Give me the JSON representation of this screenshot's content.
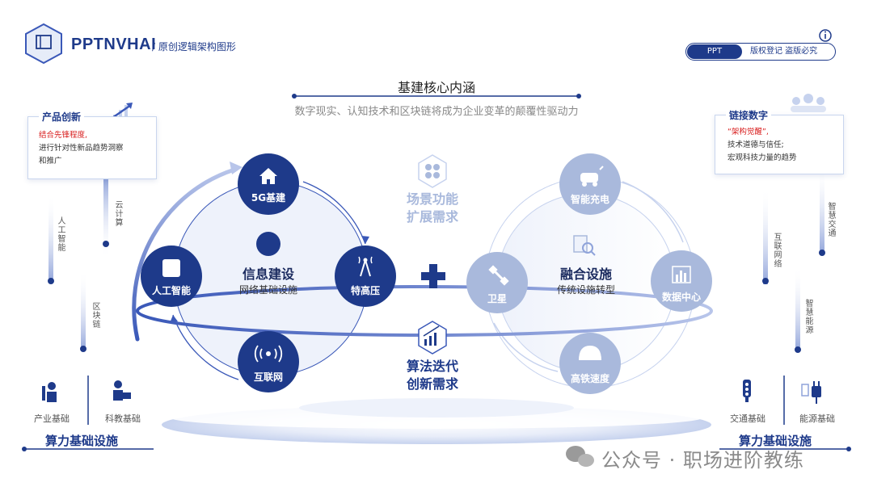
{
  "header": {
    "brand": "PPTNVHAI",
    "brand_sub": "/ 原创逻辑架构图形",
    "copyright_ppt": "PPT",
    "copyright_text": "版权登记 盗版必究"
  },
  "title": "基建核心内涵",
  "subtitle": "数字现实、认知技术和区块链将成为企业变革的颠覆性驱动力",
  "left_card": {
    "title": "产品创新",
    "line1": "结合先锋程度,",
    "line2": "进行针对性新品趋势洞察",
    "line3": "和推广"
  },
  "right_card": {
    "title": "链接数字",
    "line1": "“架构觉醒”,",
    "line2": "技术道德与信任;",
    "line3": "宏观科技力量的趋势"
  },
  "left_pillars": [
    "人工智能",
    "云计算",
    "区块链"
  ],
  "right_pillars": [
    "互联网络",
    "智慧交通",
    "智慧能源"
  ],
  "left_group": {
    "title": "信息建设",
    "subtitle": "网络基础设施",
    "nodes": [
      "5G基建",
      "特高压",
      "互联网",
      "人工智能"
    ]
  },
  "right_group": {
    "title": "融合设施",
    "subtitle": "传统设施转型",
    "nodes": [
      "智能充电",
      "数据中心",
      "高铁速度",
      "卫星"
    ]
  },
  "middle": {
    "scene_line1": "场景功能",
    "scene_line2": "扩展需求",
    "algo_line1": "算法迭代",
    "algo_line2": "创新需求"
  },
  "bottom_left": {
    "items": [
      "产业基础",
      "科教基础"
    ],
    "title": "算力基础设施"
  },
  "bottom_right": {
    "items": [
      "交通基础",
      "能源基础"
    ],
    "title": "算力基础设施"
  },
  "watermark": "公众号 · 职场进阶教练",
  "colors": {
    "primary": "#1e3a8a",
    "light": "#a9b9dc",
    "accent_red": "#d81e1e"
  },
  "icons": [
    "cube-logo-icon",
    "info-icon",
    "chart-up-icon",
    "gear-icon",
    "people-icon",
    "line-chart-icon",
    "home-icon",
    "signal-tower-icon",
    "wifi-icon",
    "chip-icon",
    "car-charge-icon",
    "bar-chart-icon",
    "train-icon",
    "satellite-icon",
    "clover-icon",
    "growth-icon",
    "search-doc-icon",
    "worker-icon",
    "teacher-icon",
    "traffic-light-icon",
    "plug-icon",
    "wechat-icon"
  ]
}
